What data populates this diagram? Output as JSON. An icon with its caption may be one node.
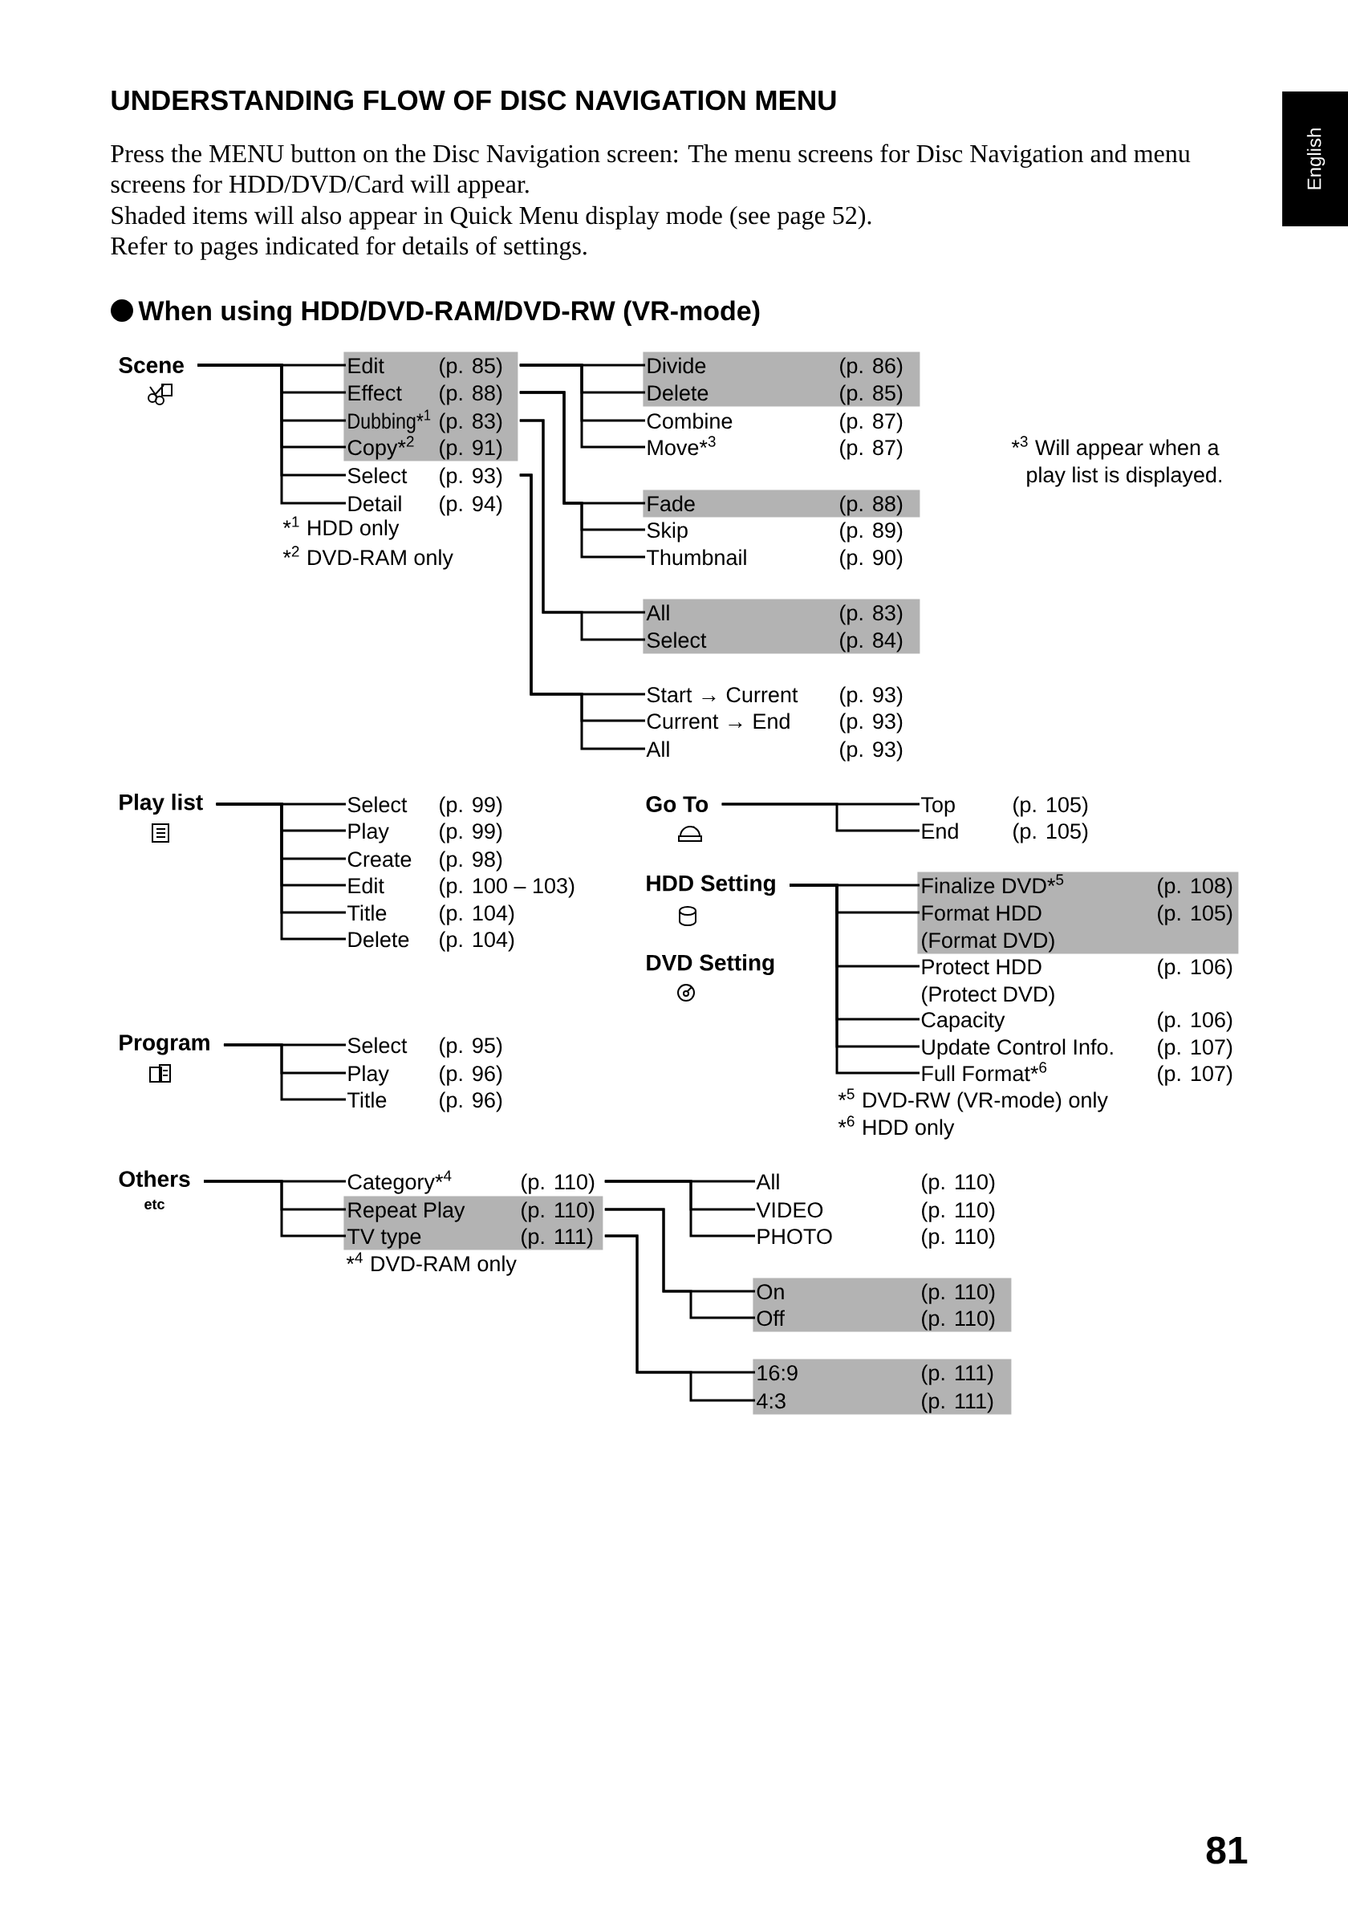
{
  "diagram": {
    "title": "UNDERSTANDING FLOW OF DISC NAVIGATION MENU",
    "nodes": [
      {
        "text": [
          "Scene"
        ]
      },
      {
        "text": [],
        "shape": "band"
      },
      {
        "text": [
          "Edit",
          "(p. 85)"
        ],
        "in": 1
      },
      {
        "text": [
          "Effect",
          "(p. 88)"
        ],
        "in": 1
      },
      {
        "text": [
          "Dubbing*$^{1}$",
          "(p. 83)"
        ],
        "in": 1
      },
      {
        "text": [
          "Copy*$^{2}$",
          "(p. 91)"
        ],
        "in": 1
      },
      {
        "text": [
          "Select",
          "(p. 93)"
        ]
      },
      {
        "text": [
          "Detail",
          "(p. 94)"
        ]
      },
      {
        "text": [],
        "shape": "band"
      },
      {
        "text": [
          "Divide",
          "(p. 86)"
        ],
        "in": 8
      },
      {
        "text": [
          "Delete",
          "(p. 85)"
        ],
        "in": 8
      },
      {
        "text": [
          "Combine",
          "(p. 87)"
        ]
      },
      {
        "text": [
          "Move*$^{3}$",
          "(p. 87)"
        ]
      },
      {
        "text": [],
        "shape": "band"
      },
      {
        "text": [
          "Fade",
          "(p. 88)"
        ],
        "in": 13
      },
      {
        "text": [
          "Skip",
          "(p. 89)"
        ]
      },
      {
        "text": [
          "Thumbnail",
          "(p. 90)"
        ]
      },
      {
        "text": [],
        "shape": "band"
      },
      {
        "text": [
          "All",
          "(p. 83)"
        ],
        "in": 17
      },
      {
        "text": [
          "Select",
          "(p. 84)"
        ],
        "in": 17
      },
      {
        "text": [
          "Start → Current",
          "(p. 93)"
        ]
      },
      {
        "text": [
          "Current → End",
          "(p. 93)"
        ]
      },
      {
        "text": [
          "All",
          "(p. 93)"
        ]
      },
      {
        "text": [
          "Play list"
        ]
      },
      {
        "text": [
          "Select",
          "(p. 99)"
        ]
      },
      {
        "text": [
          "Play",
          "(p. 99)"
        ]
      },
      {
        "text": [
          "Create",
          "(p. 98)"
        ]
      },
      {
        "text": [
          "Edit",
          "(p. 100 – 103)"
        ]
      },
      {
        "text": [
          "Title",
          "(p. 104)"
        ]
      },
      {
        "text": [
          "Delete",
          "(p. 104)"
        ]
      },
      {
        "text": [
          "Program"
        ]
      },
      {
        "text": [
          "Select",
          "(p. 95)"
        ]
      },
      {
        "text": [
          "Play",
          "(p. 96)"
        ]
      },
      {
        "text": [
          "Title",
          "(p. 96)"
        ]
      },
      {
        "text": [
          "Go To"
        ]
      },
      {
        "text": [
          "Top",
          "(p. 105)"
        ]
      },
      {
        "text": [
          "End",
          "(p. 105)"
        ]
      },
      {
        "text": [
          "HDD Setting"
        ]
      },
      {
        "text": [],
        "shape": "band"
      },
      {
        "text": [
          "Finalize DVD*$^{5}$",
          "(p. 108)"
        ],
        "in": 38
      },
      {
        "text": [
          "Format HDD (Format DVD)",
          "(p. 105)"
        ],
        "in": 38
      },
      {
        "text": [
          "Protect HDD (Protect DVD)",
          "(p. 106)"
        ]
      },
      {
        "text": [
          "Capacity",
          "(p. 106)"
        ]
      },
      {
        "text": [
          "Update Control Info.",
          "(p. 107)"
        ]
      },
      {
        "text": [
          "Full Format*$^{6}$",
          "(p. 107)"
        ]
      },
      {
        "text": [
          "DVD Setting"
        ]
      },
      {
        "text": [
          "Others",
          "etc"
        ]
      },
      {
        "text": [
          "Category*$^{4}$",
          "(p. 110)"
        ]
      },
      {
        "text": [],
        "shape": "band"
      },
      {
        "text": [
          "Repeat Play",
          "(p. 110)"
        ],
        "in": 48
      },
      {
        "text": [
          "TV type",
          "(p. 111)"
        ],
        "in": 48
      },
      {
        "text": [
          "All",
          "(p. 110)"
        ]
      },
      {
        "text": [
          "VIDEO",
          "(p. 110)"
        ]
      },
      {
        "text": [
          "PHOTO",
          "(p. 110)"
        ]
      },
      {
        "text": [],
        "shape": "band"
      },
      {
        "text": [
          "On",
          "(p. 110)"
        ],
        "in": 54
      },
      {
        "text": [
          "Off",
          "(p. 110)"
        ],
        "in": 54
      },
      {
        "text": [],
        "shape": "band"
      },
      {
        "text": [
          "16:9",
          "(p. 111)"
        ],
        "in": 57
      },
      {
        "text": [
          "4:3",
          "(p. 111)"
        ],
        "in": 57
      }
    ],
    "edges": [
      {
        "from": 0,
        "to": 2,
        "arrow": "none"
      },
      {
        "from": 0,
        "to": 3,
        "arrow": "none"
      },
      {
        "from": 0,
        "to": 4,
        "arrow": "none"
      },
      {
        "from": 0,
        "to": 5,
        "arrow": "none"
      },
      {
        "from": 0,
        "to": 6,
        "arrow": "none"
      },
      {
        "from": 0,
        "to": 7,
        "arrow": "none"
      },
      {
        "from": 2,
        "to": 9,
        "arrow": "none"
      },
      {
        "from": 2,
        "to": 10,
        "arrow": "none"
      },
      {
        "from": 2,
        "to": 11,
        "arrow": "none"
      },
      {
        "from": 2,
        "to": 12,
        "arrow": "none"
      },
      {
        "from": 3,
        "to": 14,
        "arrow": "none"
      },
      {
        "from": 3,
        "to": 15,
        "arrow": "none"
      },
      {
        "from": 3,
        "to": 16,
        "arrow": "none"
      },
      {
        "from": 4,
        "to": 18,
        "arrow": "none"
      },
      {
        "from": 4,
        "to": 19,
        "arrow": "none"
      },
      {
        "from": 6,
        "to": 20,
        "arrow": "none"
      },
      {
        "from": 6,
        "to": 21,
        "arrow": "none"
      },
      {
        "from": 6,
        "to": 22,
        "arrow": "none"
      },
      {
        "from": 23,
        "to": 24,
        "arrow": "none"
      },
      {
        "from": 23,
        "to": 25,
        "arrow": "none"
      },
      {
        "from": 23,
        "to": 26,
        "arrow": "none"
      },
      {
        "from": 23,
        "to": 27,
        "arrow": "none"
      },
      {
        "from": 23,
        "to": 28,
        "arrow": "none"
      },
      {
        "from": 23,
        "to": 29,
        "arrow": "none"
      },
      {
        "from": 30,
        "to": 31,
        "arrow": "none"
      },
      {
        "from": 30,
        "to": 32,
        "arrow": "none"
      },
      {
        "from": 30,
        "to": 33,
        "arrow": "none"
      },
      {
        "from": 34,
        "to": 35,
        "arrow": "none"
      },
      {
        "from": 34,
        "to": 36,
        "arrow": "none"
      },
      {
        "from": 37,
        "to": 39,
        "arrow": "none"
      },
      {
        "from": 37,
        "to": 40,
        "arrow": "none"
      },
      {
        "from": 37,
        "to": 41,
        "arrow": "none"
      },
      {
        "from": 37,
        "to": 42,
        "arrow": "none"
      },
      {
        "from": 37,
        "to": 43,
        "arrow": "none"
      },
      {
        "from": 37,
        "to": 44,
        "arrow": "none"
      },
      {
        "from": 46,
        "to": 47,
        "arrow": "none"
      },
      {
        "from": 46,
        "to": 49,
        "arrow": "none"
      },
      {
        "from": 46,
        "to": 50,
        "arrow": "none"
      },
      {
        "from": 47,
        "to": 51,
        "arrow": "none"
      },
      {
        "from": 47,
        "to": 52,
        "arrow": "none"
      },
      {
        "from": 47,
        "to": 53,
        "arrow": "none"
      },
      {
        "from": 49,
        "to": 55,
        "arrow": "none"
      },
      {
        "from": 49,
        "to": 56,
        "arrow": "none"
      },
      {
        "from": 50,
        "to": 58,
        "arrow": "none"
      },
      {
        "from": 50,
        "to": 59,
        "arrow": "none"
      }
    ],
    "labels": [
      "English",
      "Press the MENU button on the Disc Navigation screen: The menu screens for Disc Navigation and menu screens for HDD/DVD/Card will appear.",
      "Shaded items will also appear in Quick Menu display mode (see page 52).",
      "Refer to pages indicated for details of settings.",
      "When using HDD/DVD-RAM/DVD-RW (VR-mode)",
      "*$^{1}$ HDD only",
      "*$^{2}$ DVD-RAM only",
      "*$^{3}$ Will appear when a play list is displayed.",
      "*$^{5}$ DVD-RW (VR-mode) only",
      "*$^{6}$ HDD only",
      "*$^{4}$ DVD-RAM only",
      "81"
    ]
  }
}
